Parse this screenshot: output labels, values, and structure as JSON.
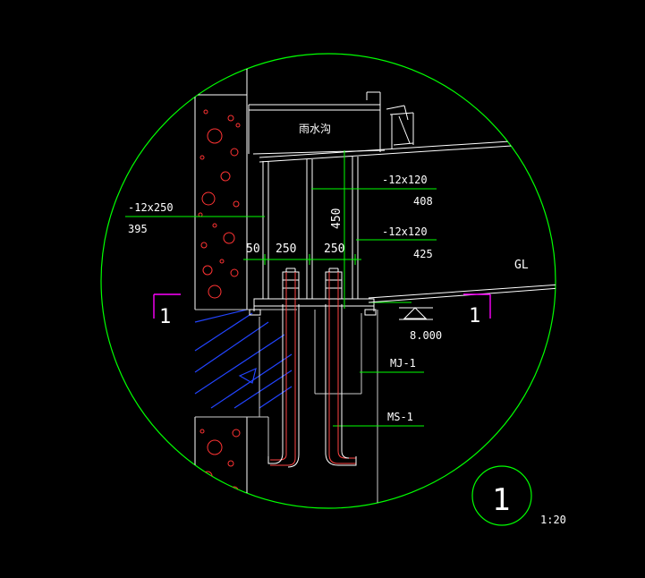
{
  "drawing": {
    "gutter_label": "雨水沟",
    "plate_a": {
      "spec": "-12x250",
      "value": "395"
    },
    "plate_b": {
      "spec": "-12x120",
      "value": "408"
    },
    "plate_c": {
      "spec": "-12x120",
      "value": "425"
    },
    "dim_50": "50",
    "dim_250_left": "250",
    "dim_250_right": "250",
    "dim_450": "450",
    "beam_label": "GL",
    "section_mark_left": "1",
    "section_mark_right": "1",
    "elevation": "8.000",
    "embed_plate": "MJ-1",
    "anchor_bolt": "MS-1",
    "detail_number": "1",
    "scale": "1:20"
  },
  "colors": {
    "background": "#000000",
    "outline": "#00ff00",
    "text": "#ffffff",
    "steel": "#ffffff",
    "concrete_dots": "#ff3333",
    "hatch": "#2244ff",
    "section_mark": "#ff00ff",
    "bolt": "#ff4444"
  }
}
